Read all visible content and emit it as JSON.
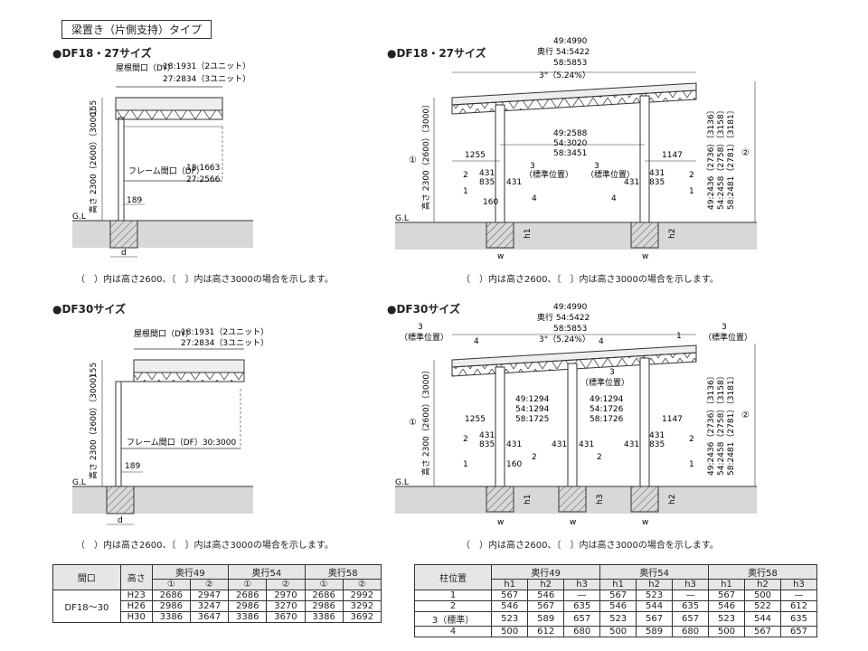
{
  "title": "梁置き（片側支持）タイプ",
  "sections": {
    "tl": "●DF18・27サイズ",
    "tr": "●DF18・27サイズ",
    "bl": "●DF30サイズ",
    "br": "●DF30サイズ"
  },
  "note": "（　）内は高さ2600、〔　〕内は高さ3000の場合を示します。",
  "side": {
    "roof_label": "屋根間口（DY）",
    "roof_vals": [
      "18:1931（2ユニット）",
      "27:2834（3ユニット）"
    ],
    "frame_label_27": "フレーム間口（DF）",
    "frame_vals_27": [
      "18:1663",
      "27:2566"
    ],
    "frame_label_30": "フレーム間口（DF）30:3000",
    "height_label": "高さ 2300（2600）〔3000〕",
    "top": "155",
    "offset": "189",
    "gl": "G.L",
    "d": "d"
  },
  "front": {
    "depth": [
      "49:4990",
      "奥行 54:5422",
      "58:5853"
    ],
    "slope": "3°（5.24%）",
    "span27": [
      "49:2588",
      "54:3020",
      "58:3451"
    ],
    "span30a": [
      "49:1294",
      "54:1294",
      "58:1725"
    ],
    "span30b": [
      "49:1294",
      "54:1726",
      "58:1726"
    ],
    "left": "1255",
    "right": "1147",
    "v431": "431",
    "v835": "835",
    "v160": "160",
    "std": "（標準位置）",
    "h_front": [
      "49:2436（2736）〔3136〕",
      "54:2458（2758）〔3158〕",
      "58:2481（2781）〔3181〕"
    ],
    "circle1": "①",
    "circle2": "②",
    "w": "w",
    "h1": "h1",
    "h2": "h2",
    "h3": "h3",
    "gl": "G.L",
    "m1": "1",
    "m2": "2",
    "m3": "3",
    "m4": "4"
  },
  "table_left": {
    "h_opening": "間口",
    "h_height": "高さ",
    "h_groups": [
      "奥行49",
      "奥行54",
      "奥行58"
    ],
    "sub": [
      "①",
      "②",
      "①",
      "②",
      "①",
      "②"
    ],
    "label": "DF18〜30",
    "rows": [
      [
        "H23",
        "2686",
        "2947",
        "2686",
        "2970",
        "2686",
        "2992"
      ],
      [
        "H26",
        "2986",
        "3247",
        "2986",
        "3270",
        "2986",
        "3292"
      ],
      [
        "H30",
        "3386",
        "3647",
        "3386",
        "3670",
        "3386",
        "3692"
      ]
    ]
  },
  "table_right": {
    "h_pos": "柱位置",
    "h_groups": [
      "奥行49",
      "奥行54",
      "奥行58"
    ],
    "sub": [
      "h1",
      "h2",
      "h3",
      "h1",
      "h2",
      "h3",
      "h1",
      "h2",
      "h3"
    ],
    "rows": [
      [
        "1",
        "567",
        "546",
        "—",
        "567",
        "523",
        "—",
        "567",
        "500",
        "—"
      ],
      [
        "2",
        "546",
        "567",
        "635",
        "546",
        "544",
        "635",
        "546",
        "522",
        "612"
      ],
      [
        "3（標準）",
        "523",
        "589",
        "657",
        "523",
        "567",
        "657",
        "523",
        "544",
        "635"
      ],
      [
        "4",
        "500",
        "612",
        "680",
        "500",
        "589",
        "680",
        "500",
        "567",
        "657"
      ]
    ]
  }
}
